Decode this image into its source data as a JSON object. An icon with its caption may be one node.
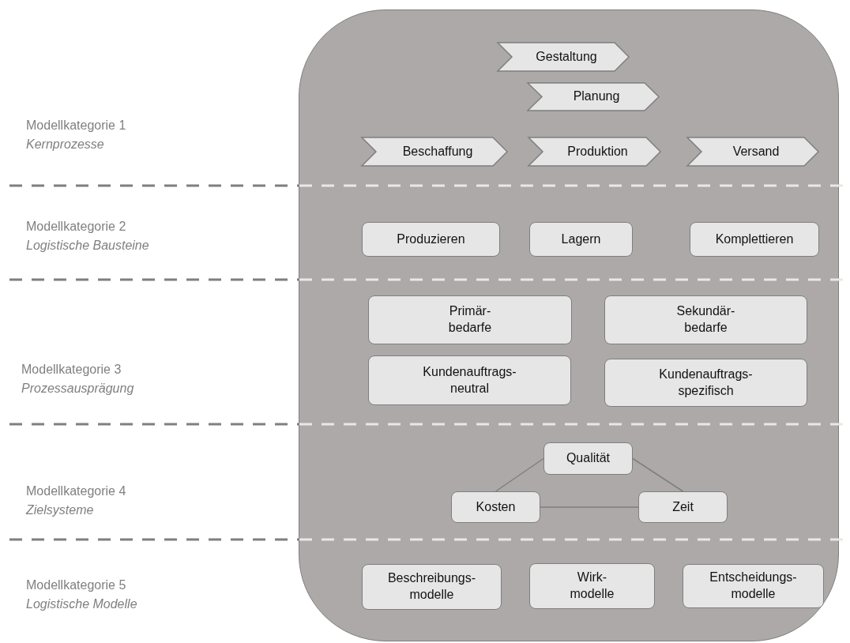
{
  "diagram": {
    "nodes": [
      {
        "text": [],
        "shape": "box"
      },
      {
        "text": [
          "Gestaltung"
        ],
        "in": 0
      },
      {
        "text": [
          "Planung"
        ],
        "in": 0
      },
      {
        "text": [
          "Beschaffung"
        ],
        "in": 0
      },
      {
        "text": [
          "Produktion"
        ],
        "in": 0
      },
      {
        "text": [
          "Versand"
        ],
        "in": 0
      },
      {
        "text": [
          "Produzieren"
        ],
        "in": 0
      },
      {
        "text": [
          "Lagern"
        ],
        "in": 0
      },
      {
        "text": [
          "Komplettieren"
        ],
        "in": 0
      },
      {
        "text": [
          "Primär- bedarfe"
        ],
        "in": 0
      },
      {
        "text": [
          "Sekundär- bedarfe"
        ],
        "in": 0
      },
      {
        "text": [
          "Kundenauftrags- neutral"
        ],
        "in": 0
      },
      {
        "text": [
          "Kundenauftrags- spezifisch"
        ],
        "in": 0
      },
      {
        "text": [
          "Qualität"
        ],
        "in": 0
      },
      {
        "text": [
          "Kosten"
        ],
        "in": 0
      },
      {
        "text": [
          "Zeit"
        ],
        "in": 0
      },
      {
        "text": [
          "Beschreibungs- modelle"
        ],
        "in": 0
      },
      {
        "text": [
          "Wirk- modelle"
        ],
        "in": 0
      },
      {
        "text": [
          "Entscheidungs- modelle"
        ],
        "in": 0
      }
    ],
    "edges": [
      {
        "from": 14,
        "to": 13,
        "arrow": "none"
      },
      {
        "from": 13,
        "to": 15,
        "arrow": "none"
      },
      {
        "from": 14,
        "to": 15,
        "arrow": "none"
      }
    ],
    "labels": [
      "Modellkategorie 1",
      "Kernprozesse",
      "Modellkategorie 2",
      "Logistische Bausteine",
      "Modellkategorie 3",
      "Prozessausprägung",
      "Modellkategorie 4",
      "Zielsysteme",
      "Modellkategorie 5",
      "Logistische Modelle"
    ]
  }
}
